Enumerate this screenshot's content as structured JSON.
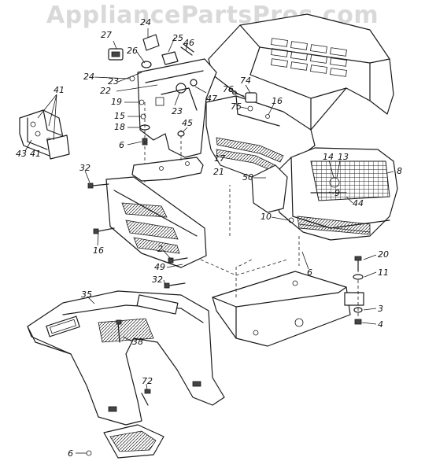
{
  "watermark": "AppliancePartsPros.com",
  "callouts": [
    {
      "id": "c27",
      "text": "27"
    },
    {
      "id": "c24a",
      "text": "24"
    },
    {
      "id": "c25",
      "text": "25"
    },
    {
      "id": "c46",
      "text": "46"
    },
    {
      "id": "c26",
      "text": "26"
    },
    {
      "id": "c24b",
      "text": "24"
    },
    {
      "id": "c23a",
      "text": "23"
    },
    {
      "id": "c22",
      "text": "22"
    },
    {
      "id": "c19",
      "text": "19"
    },
    {
      "id": "c23b",
      "text": "23"
    },
    {
      "id": "c15",
      "text": "15"
    },
    {
      "id": "c18",
      "text": "18"
    },
    {
      "id": "c6a",
      "text": "6"
    },
    {
      "id": "c47",
      "text": "47"
    },
    {
      "id": "c45",
      "text": "45"
    },
    {
      "id": "c17",
      "text": "17"
    },
    {
      "id": "c21",
      "text": "21"
    },
    {
      "id": "c41a",
      "text": "41"
    },
    {
      "id": "c43",
      "text": "43"
    },
    {
      "id": "c41b",
      "text": "41"
    },
    {
      "id": "c76",
      "text": "76"
    },
    {
      "id": "c74",
      "text": "74"
    },
    {
      "id": "c75",
      "text": "75"
    },
    {
      "id": "c16a",
      "text": "16"
    },
    {
      "id": "c14",
      "text": "14"
    },
    {
      "id": "c13",
      "text": "13"
    },
    {
      "id": "c8",
      "text": "8"
    },
    {
      "id": "c50",
      "text": "50"
    },
    {
      "id": "c9",
      "text": "9"
    },
    {
      "id": "c44",
      "text": "44"
    },
    {
      "id": "c10",
      "text": "10"
    },
    {
      "id": "c6b",
      "text": "6"
    },
    {
      "id": "c32a",
      "text": "32"
    },
    {
      "id": "c16b",
      "text": "16"
    },
    {
      "id": "c2",
      "text": "2"
    },
    {
      "id": "c49",
      "text": "49"
    },
    {
      "id": "c32b",
      "text": "32"
    },
    {
      "id": "c20",
      "text": "20"
    },
    {
      "id": "c11",
      "text": "11"
    },
    {
      "id": "c3",
      "text": "3"
    },
    {
      "id": "c4",
      "text": "4"
    },
    {
      "id": "c35",
      "text": "35"
    },
    {
      "id": "c38",
      "text": "38"
    },
    {
      "id": "c72",
      "text": "72"
    },
    {
      "id": "c6c",
      "text": "6"
    }
  ]
}
